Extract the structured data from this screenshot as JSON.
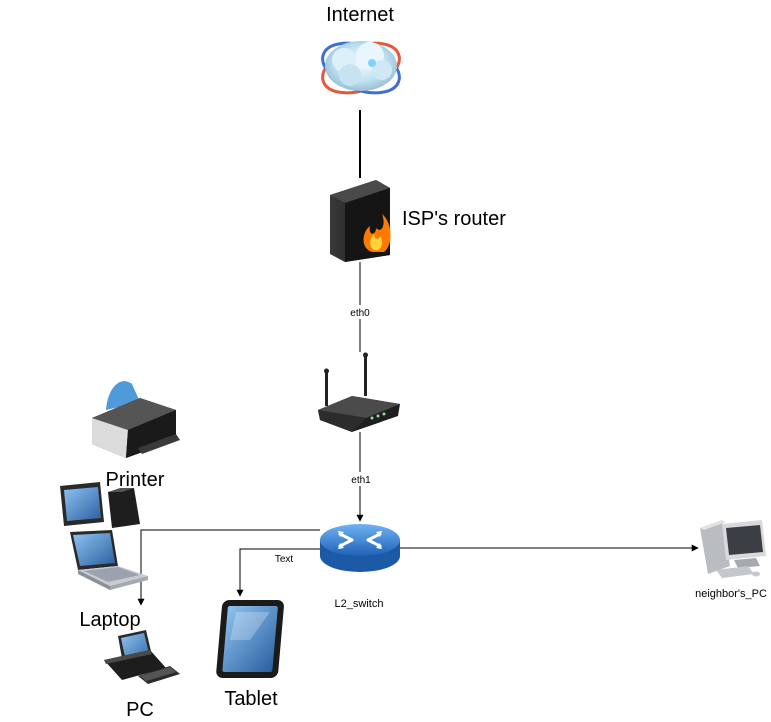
{
  "nodes": {
    "internet": {
      "label": "Internet",
      "icon": "globe-cloud-icon"
    },
    "isp_router": {
      "label": "ISP's router",
      "icon": "firewall-router-icon"
    },
    "wireless_router": {
      "label": "",
      "icon": "wireless-router-icon"
    },
    "l2_switch": {
      "label": "L2_switch",
      "icon": "network-switch-icon"
    },
    "printer": {
      "label": "Printer",
      "icon": "printer-icon"
    },
    "laptop": {
      "label": "Laptop",
      "icon": "laptop-icon"
    },
    "pc": {
      "label": "PC",
      "icon": "desktop-pc-icon"
    },
    "tablet": {
      "label": "Tablet",
      "icon": "tablet-icon"
    },
    "neighbor_pc": {
      "label": "neighbor's_PC",
      "icon": "desktop-pc-icon"
    }
  },
  "edges": {
    "isp_to_router": {
      "label": "eth0"
    },
    "router_to_switch": {
      "label": "eth1"
    },
    "switch_to_tablet": {
      "label": "Text"
    }
  },
  "colors": {
    "line": "#000000",
    "switch_blue": "#2f7fd8",
    "router_dark": "#1b1b1b",
    "fire": "#ff6a00"
  }
}
